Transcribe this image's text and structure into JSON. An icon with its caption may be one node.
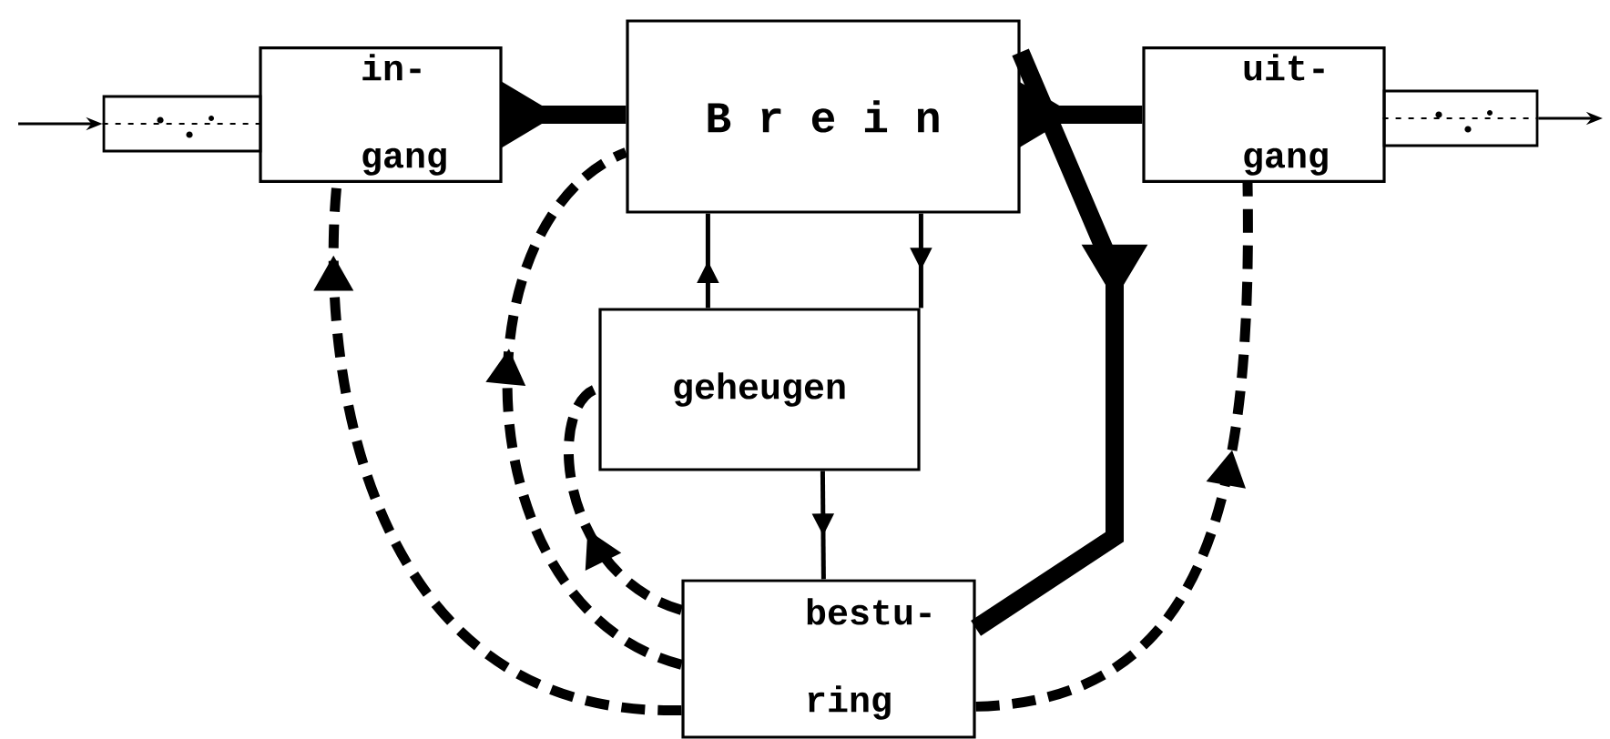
{
  "diagram": {
    "nodes": [
      {
        "text": [],
        "shape": "box"
      },
      {
        "text": [
          "in- gang"
        ]
      },
      {
        "text": [
          "B r e i n"
        ]
      },
      {
        "text": [
          "uit- gang"
        ]
      },
      {
        "text": [],
        "shape": "box"
      },
      {
        "text": [
          "geheugen"
        ]
      },
      {
        "text": [
          "bestu- ring"
        ]
      }
    ],
    "edges": [
      {
        "from": null,
        "to": 0,
        "arrow": "to"
      },
      {
        "from": 1,
        "to": 2,
        "arrow": "to",
        "style": "thick"
      },
      {
        "from": 2,
        "to": 3,
        "arrow": "to",
        "style": "thick"
      },
      {
        "from": 4,
        "to": null,
        "arrow": "to"
      },
      {
        "from": 5,
        "to": 2,
        "arrow": "to"
      },
      {
        "from": 2,
        "to": 5,
        "arrow": "to"
      },
      {
        "from": 5,
        "to": 6,
        "arrow": "to"
      },
      {
        "from": 2,
        "to": 6,
        "arrow": "to",
        "style": "thick"
      },
      {
        "from": 6,
        "to": 1,
        "arrow": "to",
        "style": "dashed"
      },
      {
        "from": 6,
        "to": 2,
        "arrow": "to",
        "style": "dashed"
      },
      {
        "from": 6,
        "to": 5,
        "arrow": "to",
        "style": "dashed"
      },
      {
        "from": 6,
        "to": 3,
        "arrow": "to",
        "style": "dashed"
      }
    ]
  }
}
